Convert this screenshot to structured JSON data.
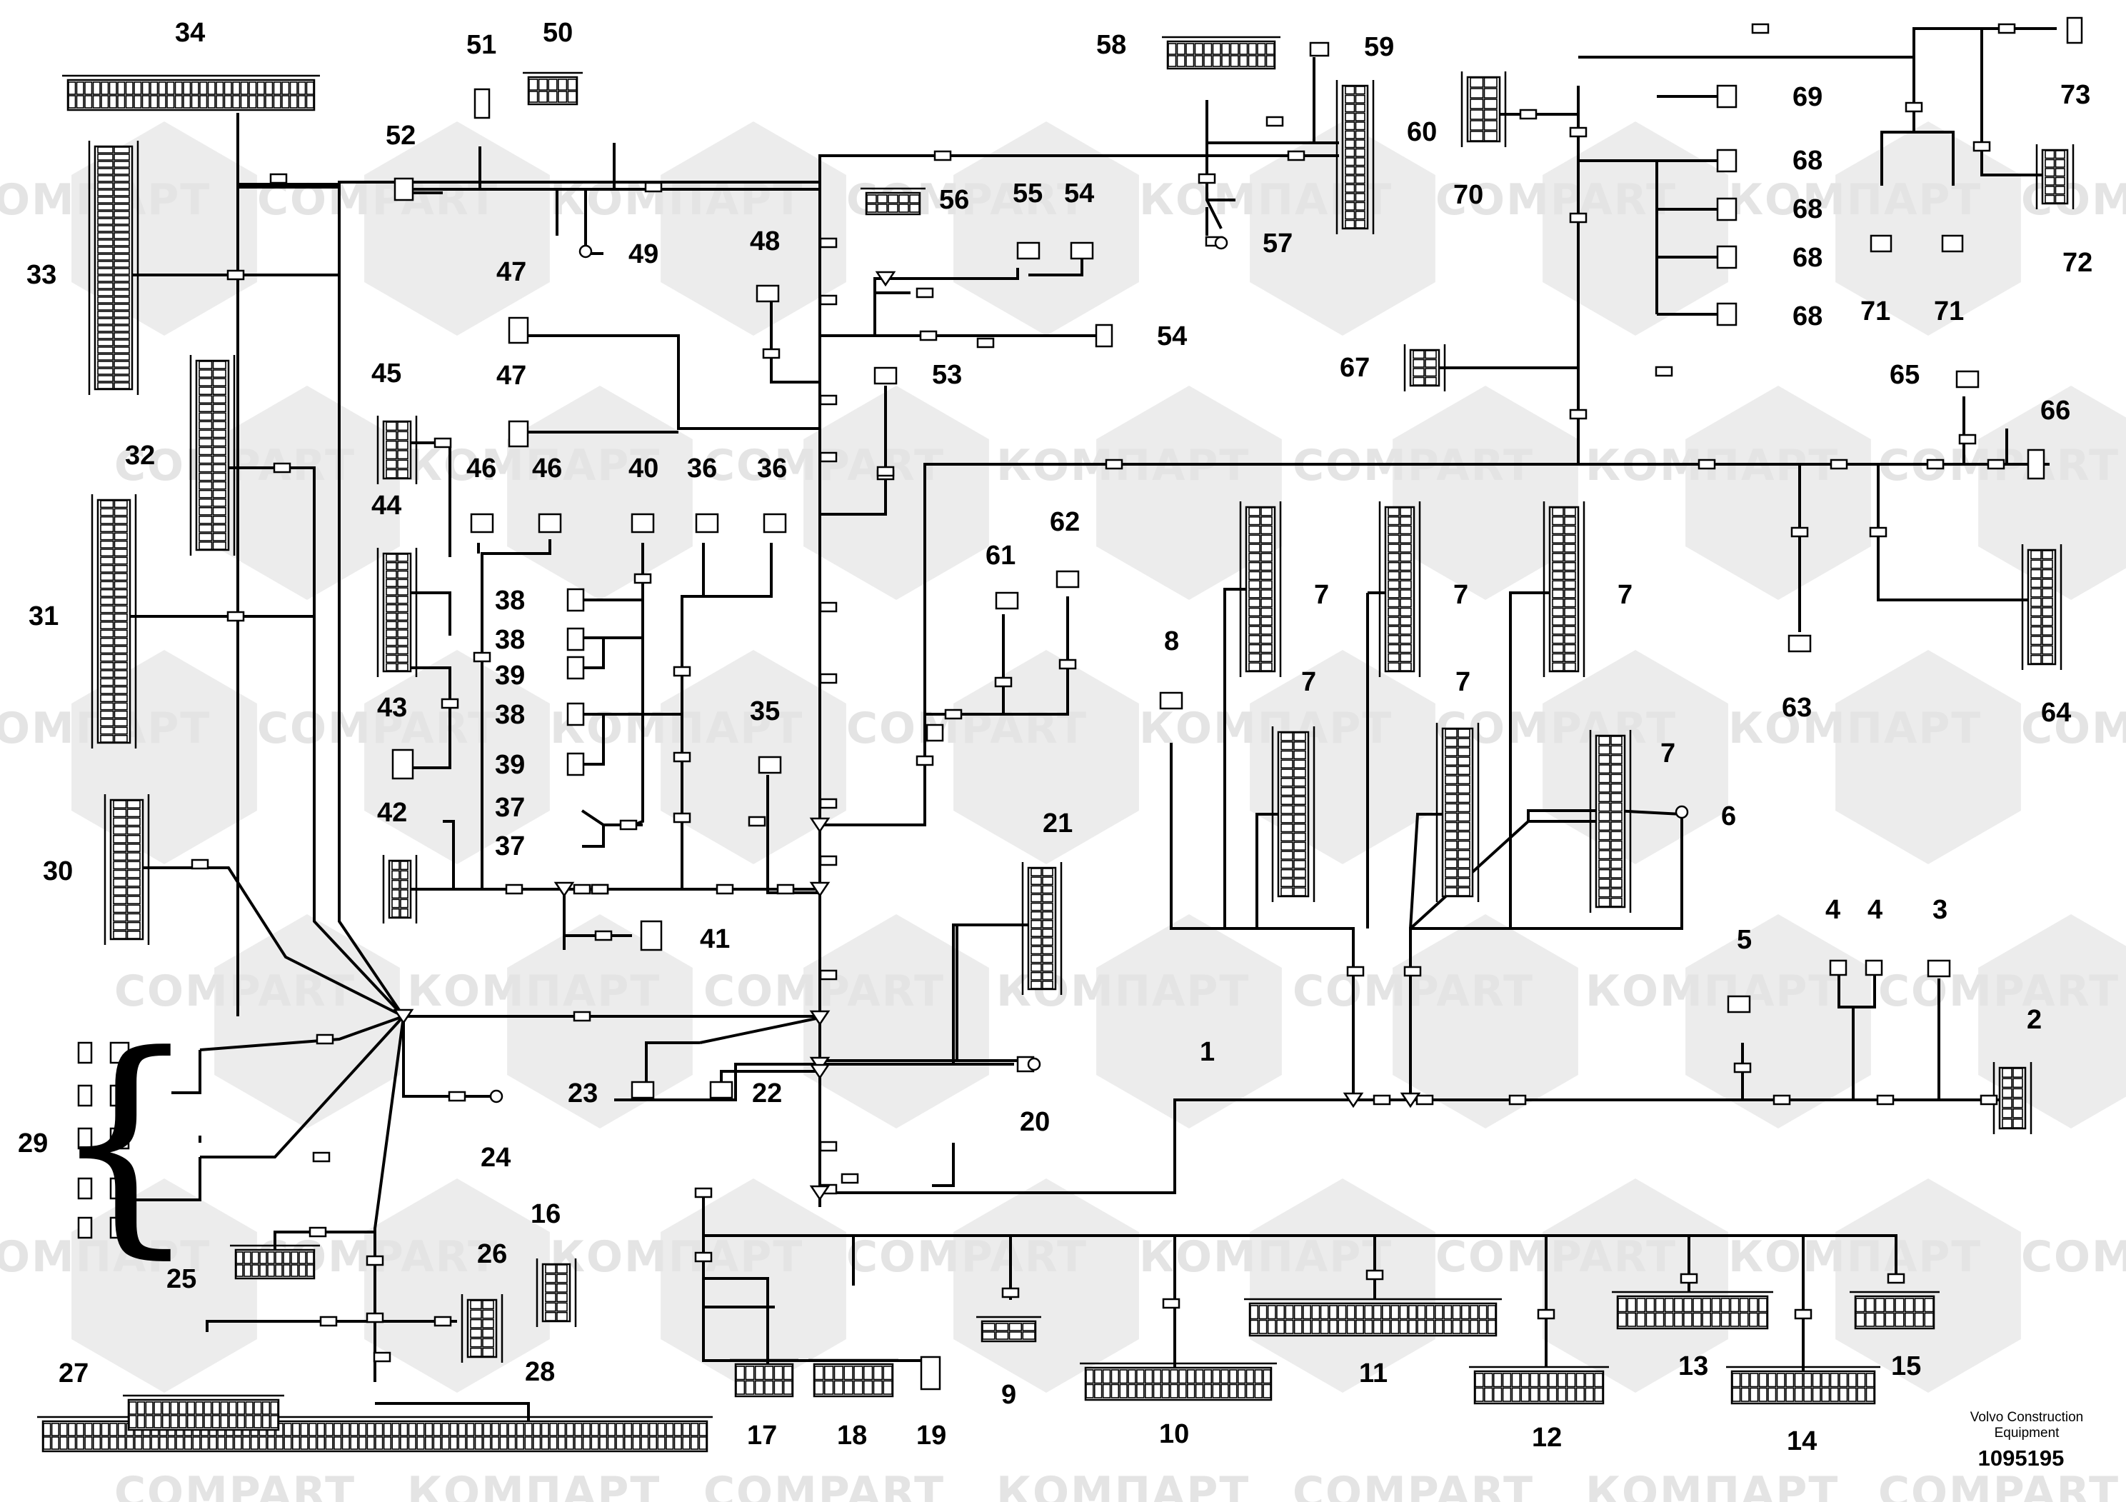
{
  "watermark": {
    "text_latin": "COMPART",
    "text_cyrillic": "КОМПАРТ"
  },
  "labels": {
    "n1": "1",
    "n2": "2",
    "n3": "3",
    "n4a": "4",
    "n4b": "4",
    "n5": "5",
    "n6": "6",
    "n7a": "7",
    "n7b": "7",
    "n7c": "7",
    "n7d": "7",
    "n7e": "7",
    "n7f": "7",
    "n8": "8",
    "n9": "9",
    "n10": "10",
    "n11": "11",
    "n12": "12",
    "n13": "13",
    "n14": "14",
    "n15": "15",
    "n16": "16",
    "n17": "17",
    "n18": "18",
    "n19": "19",
    "n20": "20",
    "n21": "21",
    "n22": "22",
    "n23": "23",
    "n24": "24",
    "n25": "25",
    "n26": "26",
    "n27": "27",
    "n28": "28",
    "n29": "29",
    "n30": "30",
    "n31": "31",
    "n32": "32",
    "n33": "33",
    "n34": "34",
    "n35": "35",
    "n36a": "36",
    "n36b": "36",
    "n37a": "37",
    "n37b": "37",
    "n38a": "38",
    "n38b": "38",
    "n38c": "38",
    "n39a": "39",
    "n39b": "39",
    "n40": "40",
    "n41": "41",
    "n42": "42",
    "n43": "43",
    "n44": "44",
    "n45": "45",
    "n46a": "46",
    "n46b": "46",
    "n47a": "47",
    "n47b": "47",
    "n48": "48",
    "n49": "49",
    "n50": "50",
    "n51": "51",
    "n52": "52",
    "n53": "53",
    "n54a": "54",
    "n54b": "54",
    "n55": "55",
    "n56": "56",
    "n57": "57",
    "n58": "58",
    "n59": "59",
    "n60": "60",
    "n61": "61",
    "n62": "62",
    "n63": "63",
    "n64": "64",
    "n65": "65",
    "n66": "66",
    "n67": "67",
    "n68a": "68",
    "n68b": "68",
    "n68c": "68",
    "n68d": "68",
    "n69": "69",
    "n70": "70",
    "n71a": "71",
    "n71b": "71",
    "n72": "72",
    "n73": "73"
  },
  "caption": {
    "line1": "Volvo Construction",
    "line2": "Equipment",
    "doc_number": "1095195"
  }
}
